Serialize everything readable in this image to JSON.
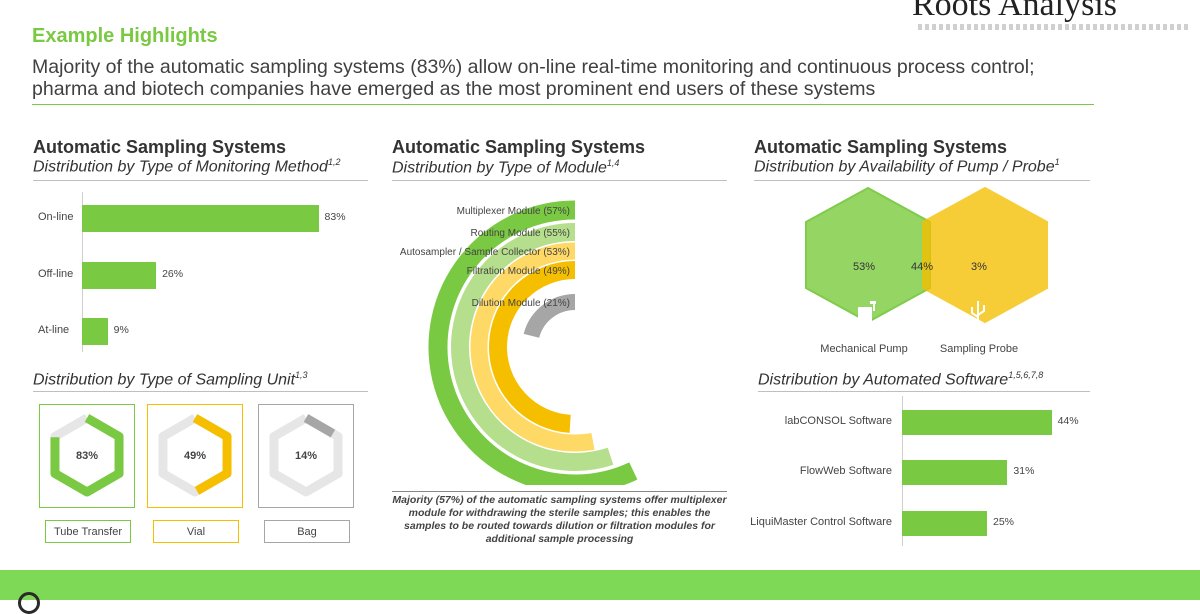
{
  "brand": {
    "name": "Roots Analysis"
  },
  "header": {
    "kicker": "Example Highlights",
    "lead": "Majority of the automatic sampling systems (83%) allow on-line real-time monitoring and continuous process control; pharma and biotech companies have emerged as the most prominent end users of these systems"
  },
  "panels": {
    "monitoring": {
      "title": "Automatic Sampling Systems",
      "subtitle": "Distribution by Type of Monitoring Method",
      "sup": "1,2"
    },
    "sampling_unit": {
      "subtitle": "Distribution by Type of Sampling Unit",
      "sup": "1,3",
      "units": [
        {
          "label": "Tube Transfer",
          "value": "83%",
          "fraction": 0.83,
          "color": "#7ac943"
        },
        {
          "label": "Vial",
          "value": "49%",
          "fraction": 0.49,
          "color": "#f5bf00"
        },
        {
          "label": "Bag",
          "value": "14%",
          "fraction": 0.14,
          "color": "#a6a6a6"
        }
      ]
    },
    "module": {
      "title": "Automatic Sampling Systems",
      "subtitle": "Distribution by Type of Module",
      "sup": "1,4",
      "note": "Majority (57%) of the automatic sampling systems offer multiplexer module for withdrawing the sterile samples; this enables the samples to be routed towards dilution or filtration modules for additional sample processing"
    },
    "pump_probe": {
      "title": "Automatic Sampling Systems",
      "subtitle": "Distribution by Availability of Pump / Probe",
      "sup": "1",
      "left_value": "53%",
      "overlap_value": "44%",
      "right_value": "3%",
      "left_label": "Mechanical Pump",
      "right_label": "Sampling Probe",
      "left_icon": "pump-icon",
      "right_icon": "probe-icon",
      "left_color": "#7ac943",
      "right_color": "#f5bf00"
    },
    "software": {
      "subtitle": "Distribution by Automated Software",
      "sup": "1,5,6,7,8"
    }
  },
  "chart_data": [
    {
      "type": "bar",
      "orientation": "horizontal",
      "categories": [
        "On-line",
        "Off-line",
        "At-line"
      ],
      "values": [
        83,
        26,
        9
      ],
      "labels": [
        "83%",
        "26%",
        "9%"
      ],
      "xlim": [
        0,
        100
      ],
      "color": "#7ac943"
    },
    {
      "type": "radial-bar",
      "categories": [
        "Multiplexer Module (57%)",
        "Routing Module (55%)",
        "Autosampler / Sample Collector (53%)",
        "Filtration Module (49%)",
        "Dilution Module (21%)"
      ],
      "values": [
        57,
        55,
        53,
        49,
        21
      ],
      "colors": [
        "#7ac943",
        "#b5df8c",
        "#ffd966",
        "#f5bf00",
        "#a6a6a6"
      ],
      "max": 100
    },
    {
      "type": "bar",
      "orientation": "horizontal",
      "categories": [
        "labCONSOL Software",
        "FlowWeb Software",
        "LiquiMaster Control Software"
      ],
      "values": [
        44,
        31,
        25
      ],
      "labels": [
        "44%",
        "31%",
        "25%"
      ],
      "xlim": [
        0,
        100
      ],
      "color": "#7ac943"
    }
  ]
}
